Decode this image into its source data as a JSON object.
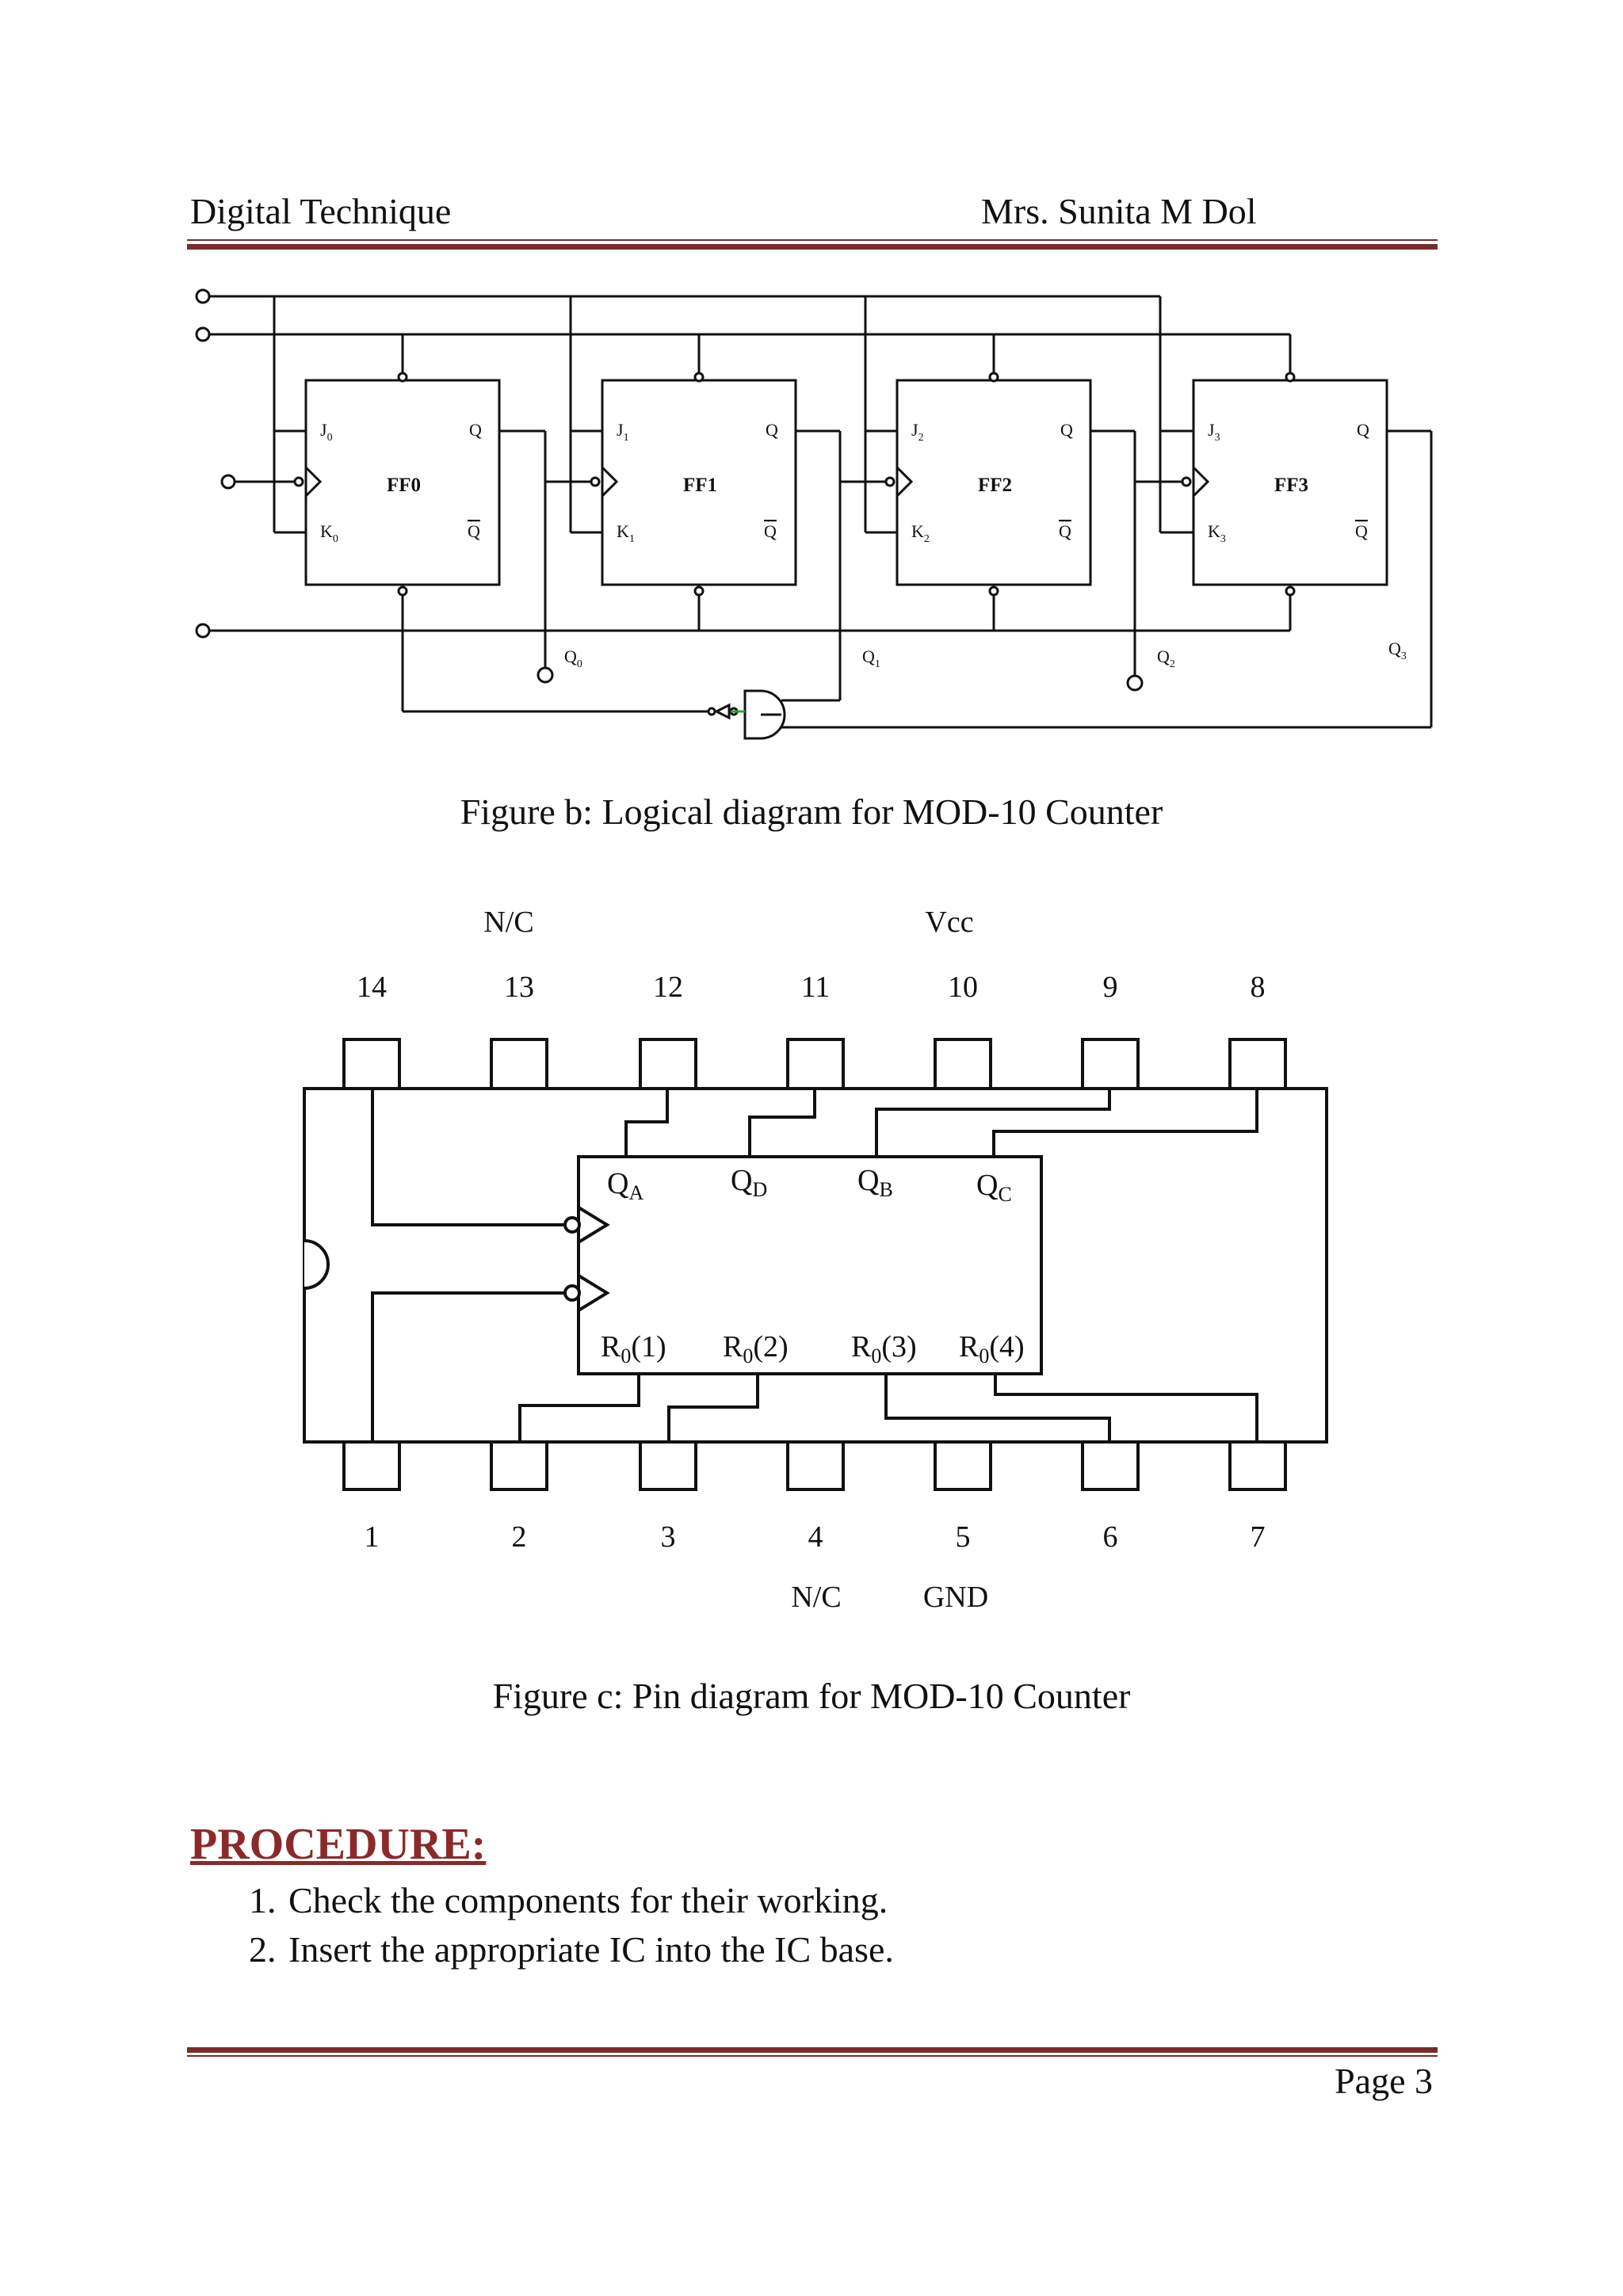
{
  "header": {
    "left": "Digital Technique",
    "right": "Mrs. Sunita M Dol"
  },
  "figure_b": {
    "flip_flops": [
      {
        "name": "FF0",
        "j": "J",
        "k": "K",
        "sub": "0",
        "q": "Q",
        "qbar": "Q"
      },
      {
        "name": "FF1",
        "j": "J",
        "k": "K",
        "sub": "1",
        "q": "Q",
        "qbar": "Q"
      },
      {
        "name": "FF2",
        "j": "J",
        "k": "K",
        "sub": "2",
        "q": "Q",
        "qbar": "Q"
      },
      {
        "name": "FF3",
        "j": "J",
        "k": "K",
        "sub": "3",
        "q": "Q",
        "qbar": "Q"
      }
    ],
    "outputs": [
      {
        "base": "Q",
        "sub": "0"
      },
      {
        "base": "Q",
        "sub": "1"
      },
      {
        "base": "Q",
        "sub": "2"
      },
      {
        "base": "Q",
        "sub": "3"
      }
    ],
    "caption": "Figure b: Logical diagram for MOD-10 Counter"
  },
  "figure_c": {
    "top_labels": {
      "pin13": "N/C",
      "pin10": "Vcc"
    },
    "bottom_labels": {
      "pin4": "N/C",
      "pin5": "GND"
    },
    "top_pins": [
      "14",
      "13",
      "12",
      "11",
      "10",
      "9",
      "8"
    ],
    "bottom_pins": [
      "1",
      "2",
      "3",
      "4",
      "5",
      "6",
      "7"
    ],
    "outputs": [
      {
        "base": "Q",
        "sub": "A"
      },
      {
        "base": "Q",
        "sub": "D"
      },
      {
        "base": "Q",
        "sub": "B"
      },
      {
        "base": "Q",
        "sub": "C"
      }
    ],
    "resets": [
      {
        "base": "R",
        "sub": "0",
        "tail": "(1)"
      },
      {
        "base": "R",
        "sub": "0",
        "tail": "(2)"
      },
      {
        "base": "R",
        "sub": "0",
        "tail": "(3)"
      },
      {
        "base": "R",
        "sub": "0",
        "tail": "(4)"
      }
    ],
    "caption": "Figure c: Pin diagram for MOD-10 Counter"
  },
  "procedure": {
    "title": "PROCEDURE:",
    "steps": [
      "Check the components for their working.",
      "Insert the appropriate IC into the IC base."
    ]
  },
  "footer": {
    "page": "Page 3"
  }
}
